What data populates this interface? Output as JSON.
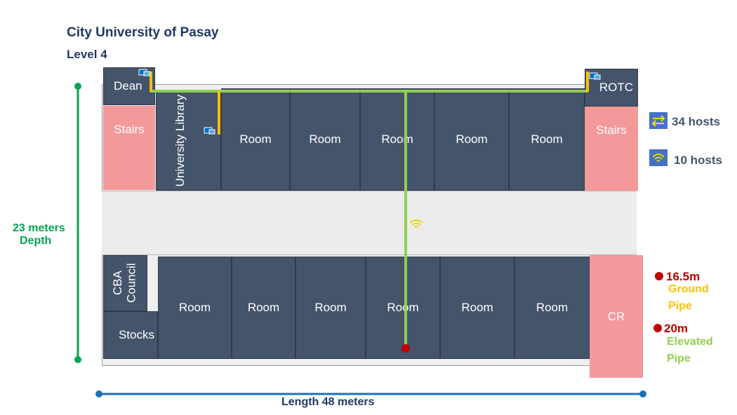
{
  "header": {
    "title": "City University of Pasay",
    "level": "Level 4"
  },
  "rooms": {
    "dean": "Dean",
    "rotc": "ROTC",
    "stairs": "Stairs",
    "library": "University Library",
    "room": "Room",
    "cba": "CBA Council",
    "stocks": "Stocks",
    "cr": "CR"
  },
  "legend": {
    "hosts_wired": "34 hosts",
    "hosts_wireless": "10 hosts",
    "ground_len": "16.5m",
    "ground_label_1": "Ground",
    "ground_label_2": "Pipe",
    "elevated_len": "20m",
    "elevated_label_1": "Elevated",
    "elevated_label_2": "Pipe"
  },
  "dimensions": {
    "depth_1": "23 meters",
    "depth_2": "Depth",
    "length_1": "Length",
    "length_2": "48 meters"
  },
  "colors": {
    "room": "#44546a",
    "stairs": "#f4999a",
    "ground_pipe": "#ffc000",
    "elevated_pipe": "#92d050",
    "point": "#c00000",
    "depth_line": "#00a651",
    "length_line": "#1f6fb5"
  },
  "icons": [
    "monitor-icon",
    "switch-icon",
    "wifi-icon"
  ]
}
